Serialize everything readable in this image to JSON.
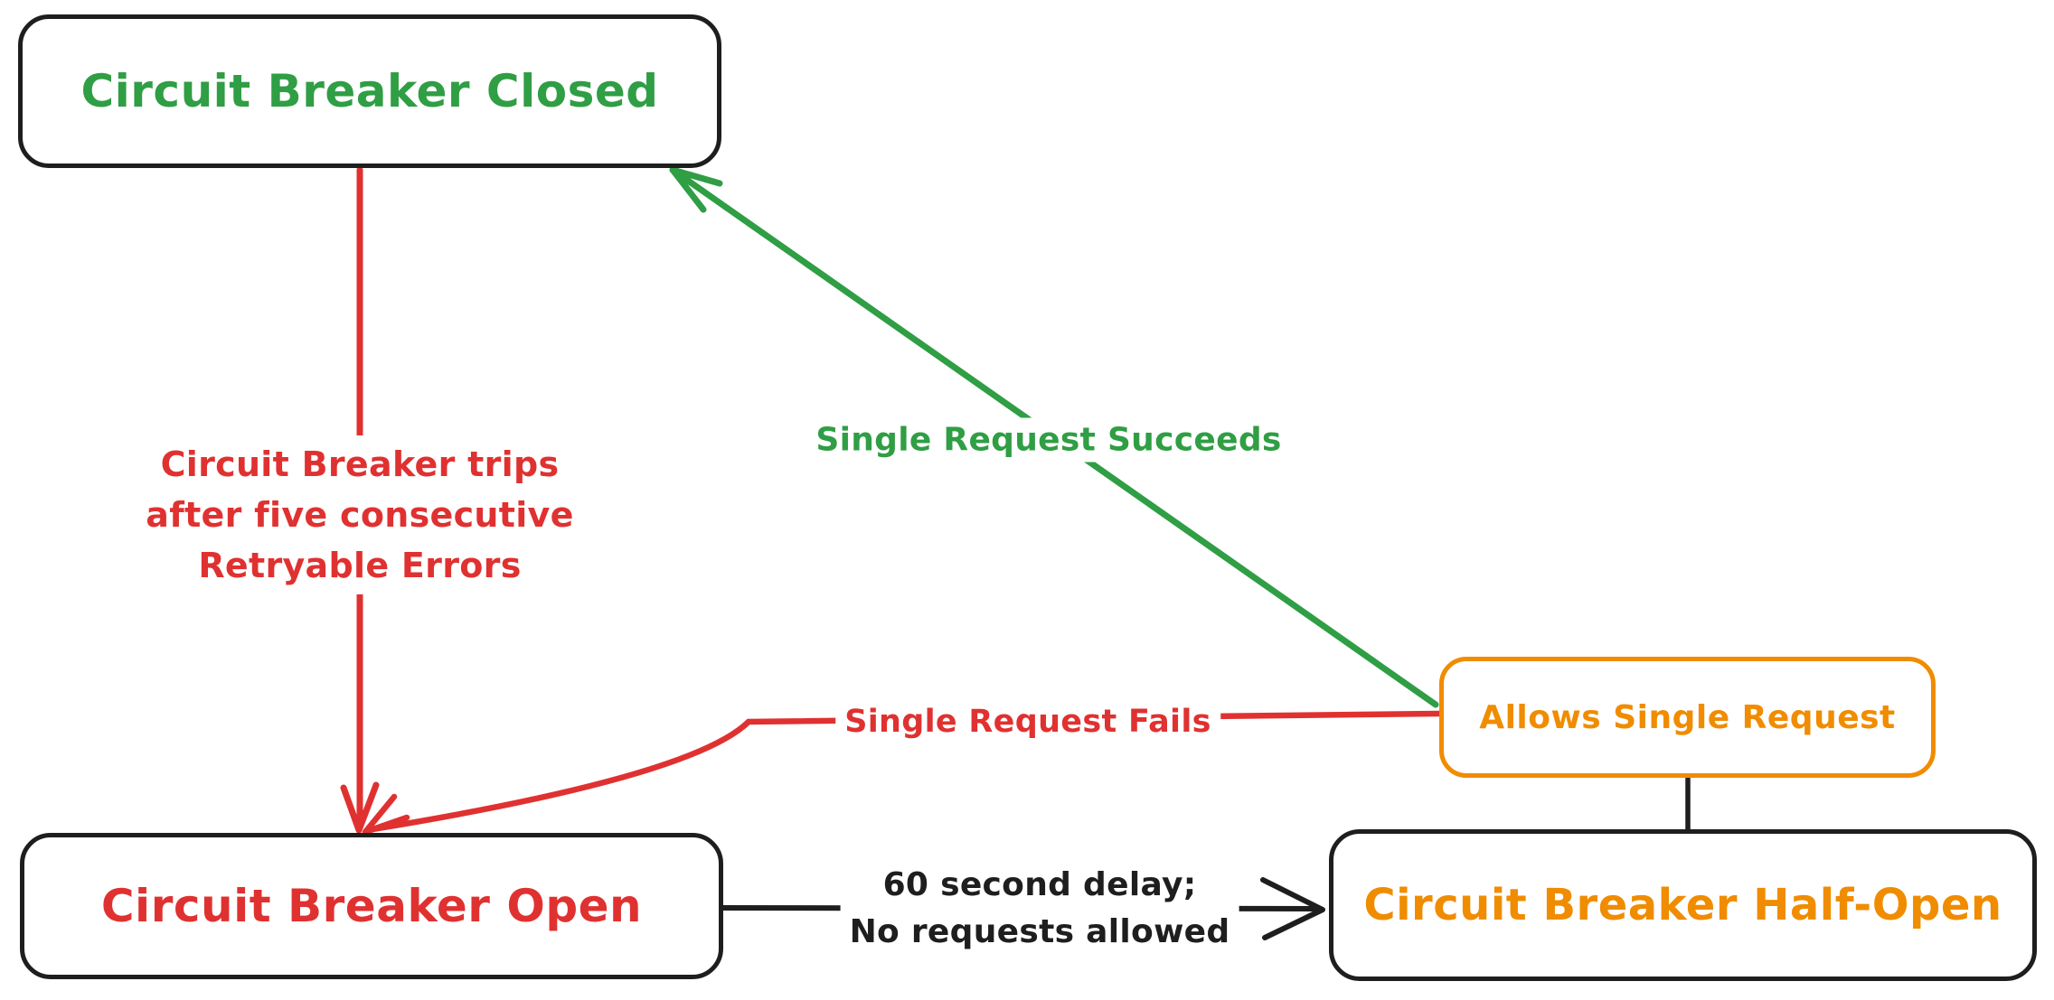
{
  "palette": {
    "green": "#2f9e44",
    "red": "#e03131",
    "orange": "#f08c00",
    "black": "#1e1e1e",
    "background": "#ffffff"
  },
  "nodes": {
    "closed": {
      "label": "Circuit Breaker Closed",
      "text_color": "#2f9e44",
      "border_color": "#1e1e1e"
    },
    "open": {
      "label": "Circuit Breaker Open",
      "text_color": "#e03131",
      "border_color": "#1e1e1e"
    },
    "half_open": {
      "label": "Circuit Breaker Half-Open",
      "text_color": "#f08c00",
      "border_color": "#1e1e1e"
    },
    "allows": {
      "label": "Allows Single Request",
      "text_color": "#f08c00",
      "border_color": "#f08c00"
    }
  },
  "edges": {
    "trips": {
      "from": "closed",
      "to": "open",
      "color": "#e03131",
      "lines": [
        "Circuit Breaker trips",
        "after five consecutive",
        "Retryable Errors"
      ]
    },
    "succeeds": {
      "from": "allows",
      "to": "closed",
      "color": "#2f9e44",
      "label": "Single Request Succeeds"
    },
    "fails": {
      "from": "allows",
      "to": "open",
      "color": "#e03131",
      "label": "Single Request Fails"
    },
    "delay": {
      "from": "open",
      "to": "half_open",
      "color": "#1e1e1e",
      "lines": [
        "60 second delay;",
        "No requests allowed"
      ]
    },
    "connector": {
      "from": "allows",
      "to": "half_open",
      "color": "#1e1e1e",
      "label": ""
    }
  }
}
